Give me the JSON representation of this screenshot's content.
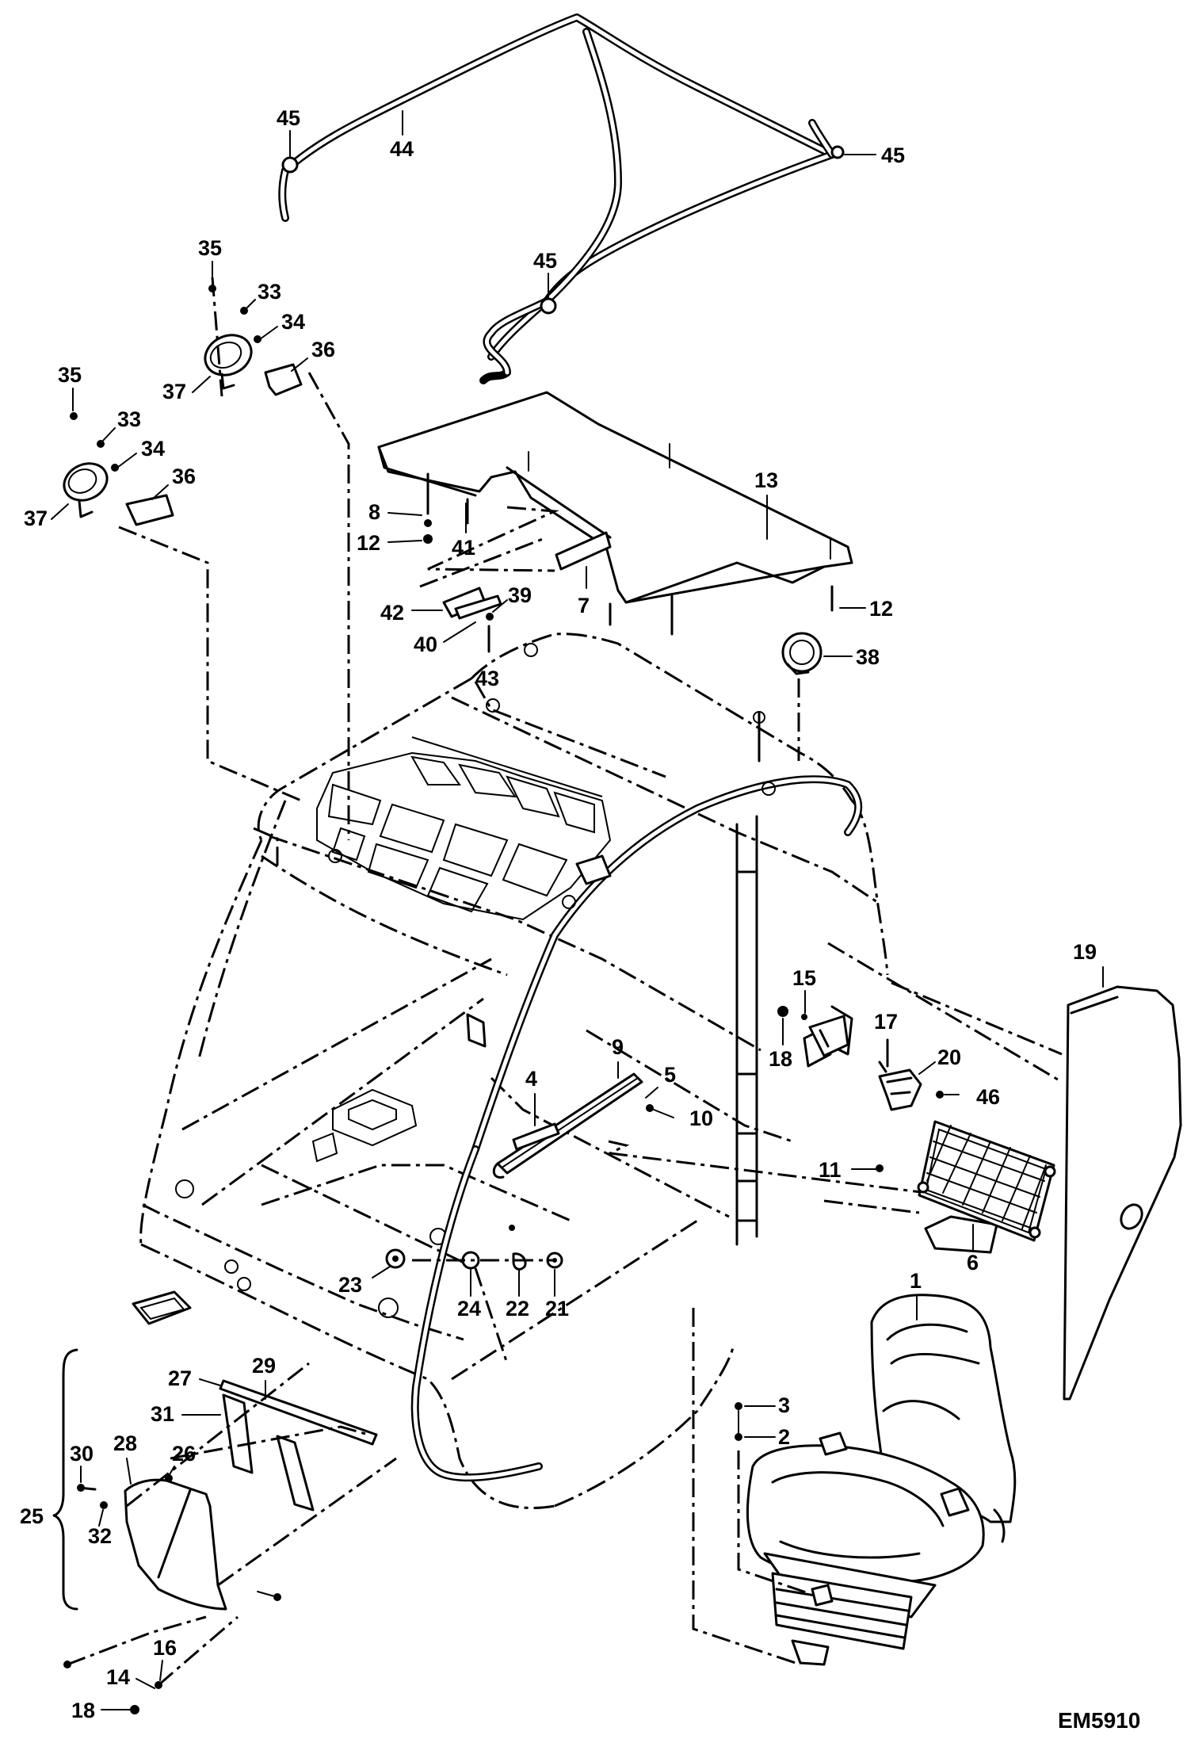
{
  "diagram": {
    "drawing_code": "EM5910",
    "callouts": [
      {
        "id": "c45a",
        "text": "45"
      },
      {
        "id": "c44",
        "text": "44"
      },
      {
        "id": "c45b",
        "text": "45"
      },
      {
        "id": "c45c",
        "text": "45"
      },
      {
        "id": "c35a",
        "text": "35"
      },
      {
        "id": "c33a",
        "text": "33"
      },
      {
        "id": "c34a",
        "text": "34"
      },
      {
        "id": "c36a",
        "text": "36"
      },
      {
        "id": "c37a",
        "text": "37"
      },
      {
        "id": "c35b",
        "text": "35"
      },
      {
        "id": "c33b",
        "text": "33"
      },
      {
        "id": "c34b",
        "text": "34"
      },
      {
        "id": "c36b",
        "text": "36"
      },
      {
        "id": "c37b",
        "text": "37"
      },
      {
        "id": "c13",
        "text": "13"
      },
      {
        "id": "c8",
        "text": "8"
      },
      {
        "id": "c12a",
        "text": "12"
      },
      {
        "id": "c41",
        "text": "41"
      },
      {
        "id": "c39",
        "text": "39"
      },
      {
        "id": "c42",
        "text": "42"
      },
      {
        "id": "c7",
        "text": "7"
      },
      {
        "id": "c12b",
        "text": "12"
      },
      {
        "id": "c40",
        "text": "40"
      },
      {
        "id": "c43",
        "text": "43"
      },
      {
        "id": "c38",
        "text": "38"
      },
      {
        "id": "c19",
        "text": "19"
      },
      {
        "id": "c15",
        "text": "15"
      },
      {
        "id": "c17",
        "text": "17"
      },
      {
        "id": "c18a",
        "text": "18"
      },
      {
        "id": "c20",
        "text": "20"
      },
      {
        "id": "c9",
        "text": "9"
      },
      {
        "id": "c4",
        "text": "4"
      },
      {
        "id": "c5",
        "text": "5"
      },
      {
        "id": "c46",
        "text": "46"
      },
      {
        "id": "c10",
        "text": "10"
      },
      {
        "id": "c11",
        "text": "11"
      },
      {
        "id": "c6",
        "text": "6"
      },
      {
        "id": "c23",
        "text": "23"
      },
      {
        "id": "c24",
        "text": "24"
      },
      {
        "id": "c22",
        "text": "22"
      },
      {
        "id": "c21",
        "text": "21"
      },
      {
        "id": "c1",
        "text": "1"
      },
      {
        "id": "c29",
        "text": "29"
      },
      {
        "id": "c27",
        "text": "27"
      },
      {
        "id": "c31",
        "text": "31"
      },
      {
        "id": "c3",
        "text": "3"
      },
      {
        "id": "c30",
        "text": "30"
      },
      {
        "id": "c28",
        "text": "28"
      },
      {
        "id": "c26",
        "text": "26"
      },
      {
        "id": "c2",
        "text": "2"
      },
      {
        "id": "c25",
        "text": "25"
      },
      {
        "id": "c32",
        "text": "32"
      },
      {
        "id": "c16",
        "text": "16"
      },
      {
        "id": "c14",
        "text": "14"
      },
      {
        "id": "c18b",
        "text": "18"
      }
    ]
  }
}
